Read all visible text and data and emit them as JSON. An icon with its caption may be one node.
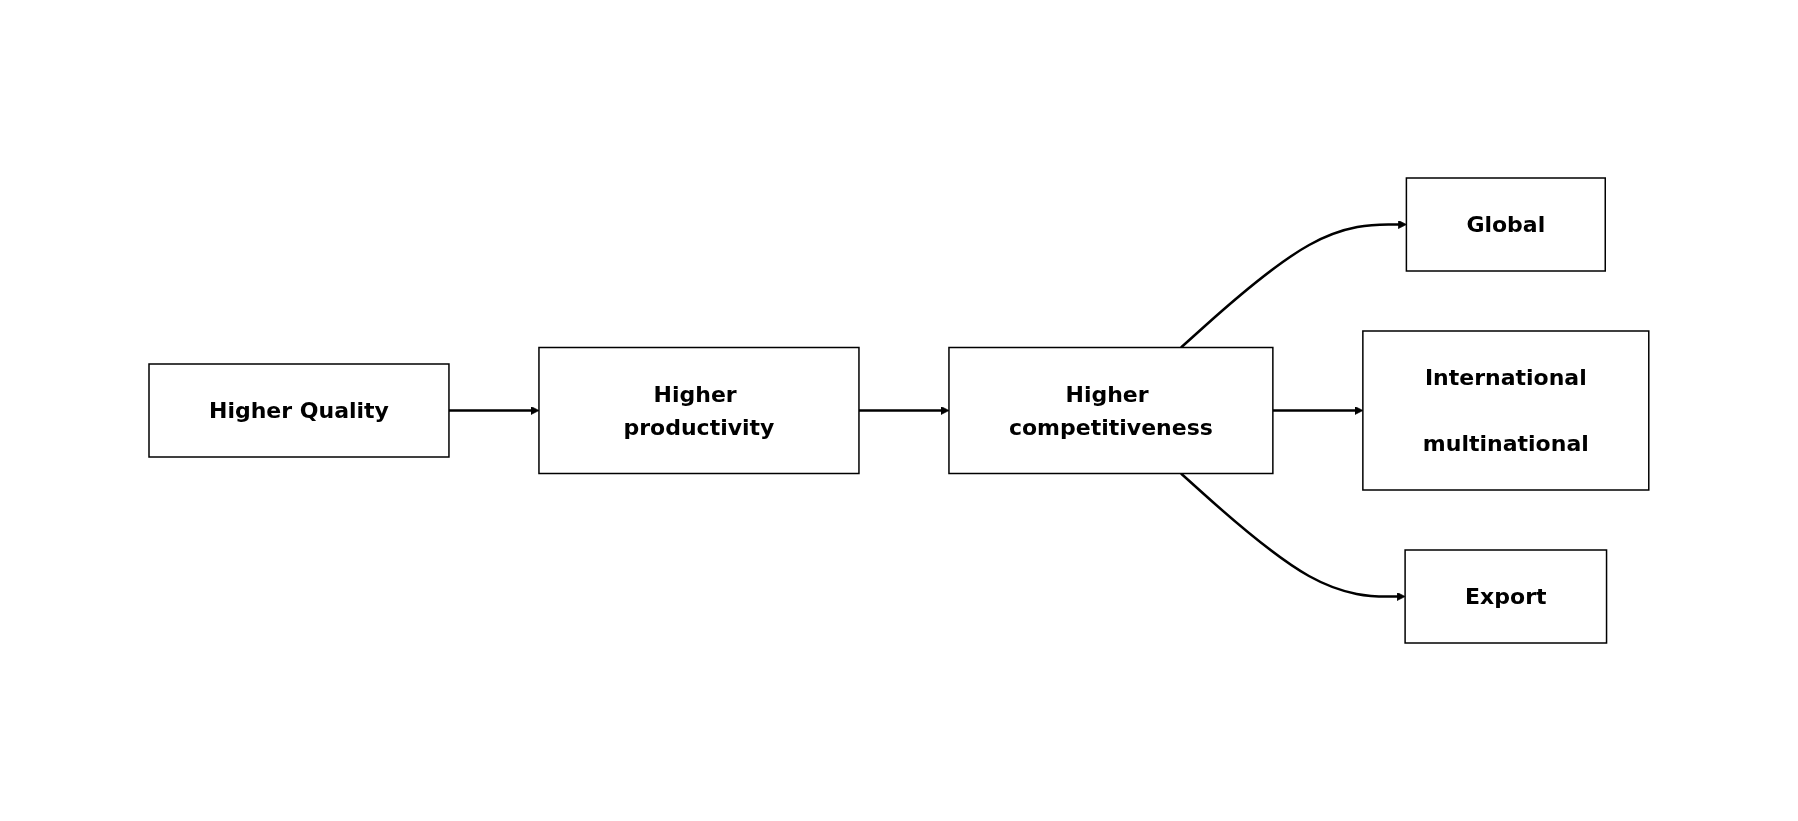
{
  "diagram": {
    "nodes": [
      {
        "text": [
          "Higher Quality"
        ]
      },
      {
        "text": [
          "Higher productivity"
        ]
      },
      {
        "text": [
          "Higher competitiveness"
        ]
      },
      {
        "text": [
          "Global"
        ]
      },
      {
        "text": [
          "International",
          "multinational"
        ]
      },
      {
        "text": [
          "Export"
        ]
      }
    ],
    "edges": [
      {
        "from": 0,
        "to": 1,
        "arrow": "to"
      },
      {
        "from": 1,
        "to": 2,
        "arrow": "to"
      },
      {
        "from": 2,
        "to": 3,
        "arrow": "to"
      },
      {
        "from": 2,
        "to": 4,
        "arrow": "to"
      },
      {
        "from": 2,
        "to": 5,
        "arrow": "to"
      }
    ]
  }
}
